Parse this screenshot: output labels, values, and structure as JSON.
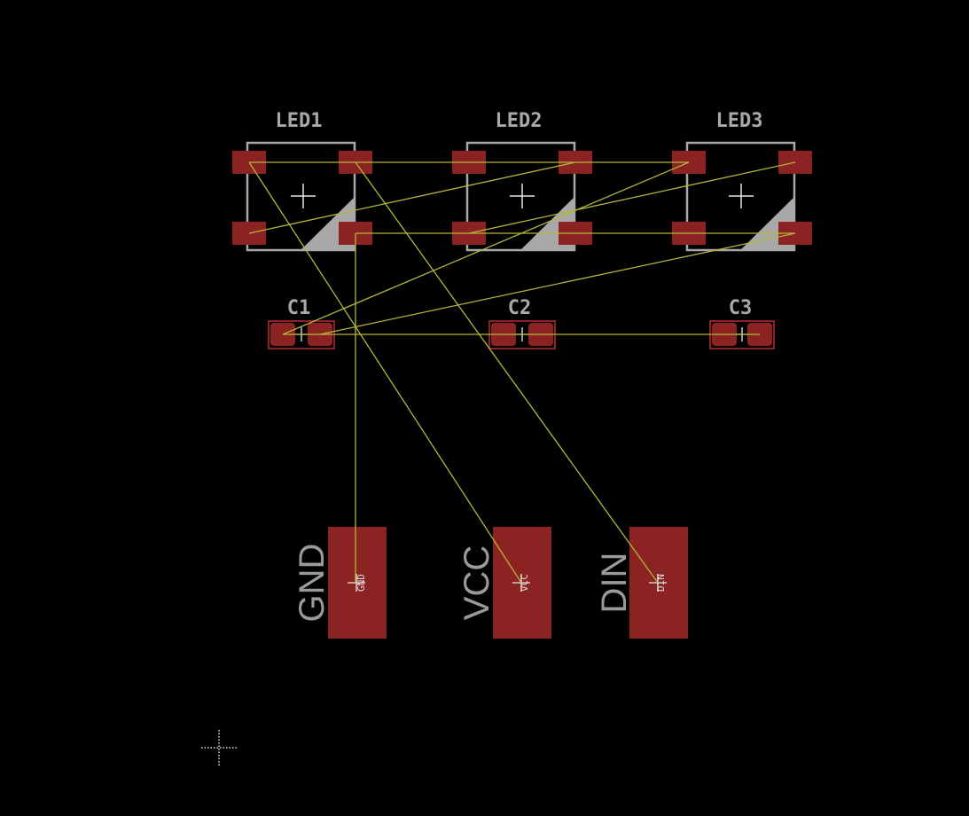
{
  "colors": {
    "background": "#000000",
    "pad": "#8c2323",
    "silkscreen": "#a8a8a8",
    "airwire": "#b5b53a",
    "origin_marker": "#e6e6e6"
  },
  "leds": [
    {
      "name": "LED1"
    },
    {
      "name": "LED2"
    },
    {
      "name": "LED3"
    }
  ],
  "caps": [
    {
      "name": "C1"
    },
    {
      "name": "C2"
    },
    {
      "name": "C3"
    }
  ],
  "connectors": [
    {
      "label": "GND",
      "pad_name": "GND"
    },
    {
      "label": "VCC",
      "pad_name": "VCC"
    },
    {
      "label": "DIN",
      "pad_name": "DIN"
    }
  ],
  "icons": {
    "origin": "crosshair-icon",
    "center": "plus-icon"
  }
}
